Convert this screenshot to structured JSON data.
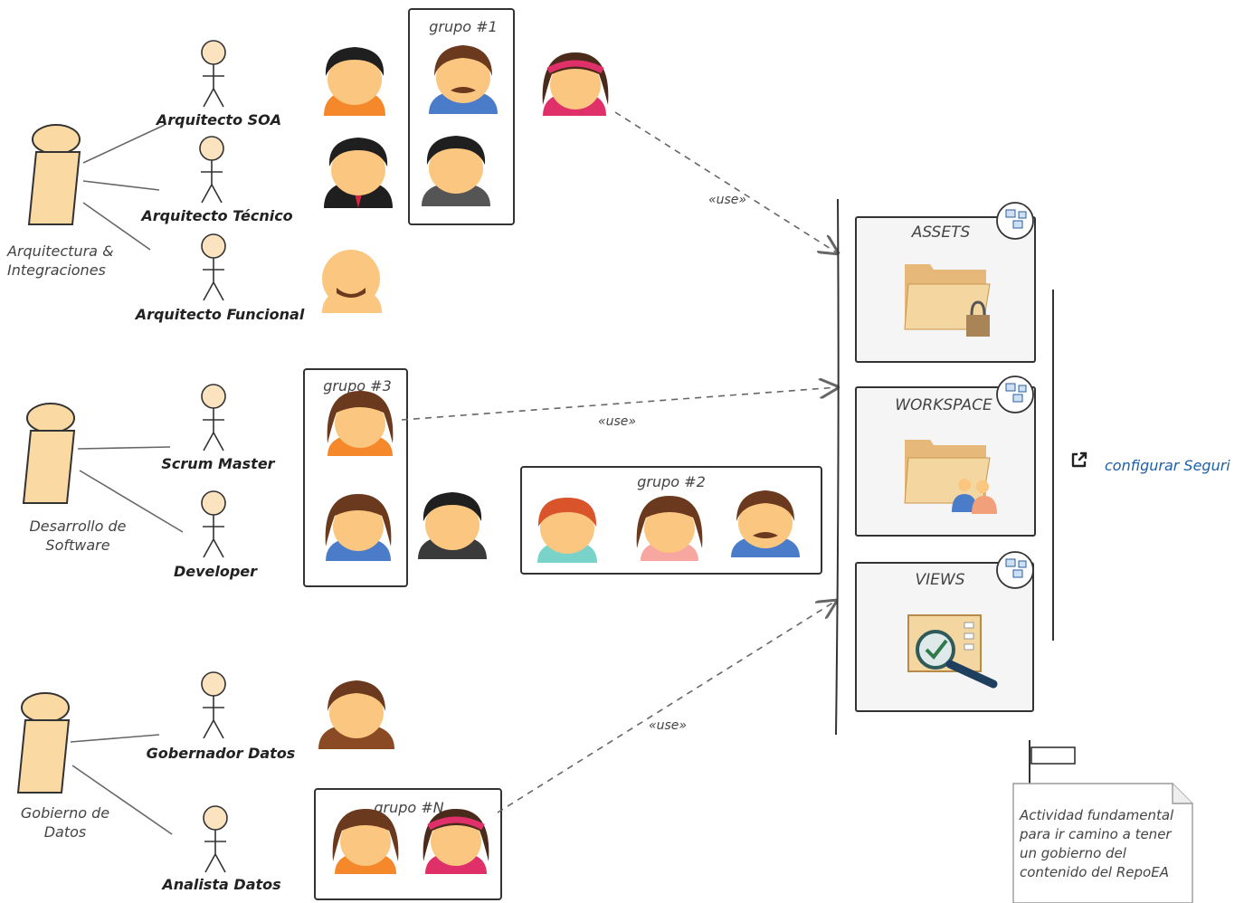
{
  "groups": [
    {
      "label": "grupo #1"
    },
    {
      "label": "grupo #3"
    },
    {
      "label": "grupo #2"
    },
    {
      "label": "grupo #N"
    }
  ],
  "departments": [
    {
      "line1": "Arquitectura &",
      "line2": "Integraciones"
    },
    {
      "line1": "Desarrollo de",
      "line2": "Software"
    },
    {
      "line1": "Gobierno de",
      "line2": "Datos"
    }
  ],
  "roles": [
    {
      "label": "Arquitecto SOA"
    },
    {
      "label": "Arquitecto Técnico"
    },
    {
      "label": "Arquitecto Funcional"
    },
    {
      "label": "Scrum Master"
    },
    {
      "label": "Developer"
    },
    {
      "label": "Gobernador Datos"
    },
    {
      "label": "Analista Datos"
    }
  ],
  "use_label": "«use»",
  "repository": {
    "assets": "ASSETS",
    "workspace": "WORKSPACE",
    "views": "VIEWS"
  },
  "config_link": "configurar Seguri",
  "note": {
    "lines": [
      "Actividad fundamental",
      "para ir camino a tener",
      "un gobierno del",
      "contenido del RepoEA"
    ]
  },
  "icons": {
    "repository_module": "module-icon",
    "assets": "locked-folder-icon",
    "workspace": "shared-folder-icon",
    "views": "view-checklist-icon",
    "config": "external-link-icon",
    "flag": "flag-icon"
  },
  "colors": {
    "skin": "#fbc67f",
    "actor_fill": "#fbd9a3",
    "hair_dark": "#1f1f1f",
    "hair_brown": "#6b3a1e",
    "link": "#1f5fa8"
  }
}
